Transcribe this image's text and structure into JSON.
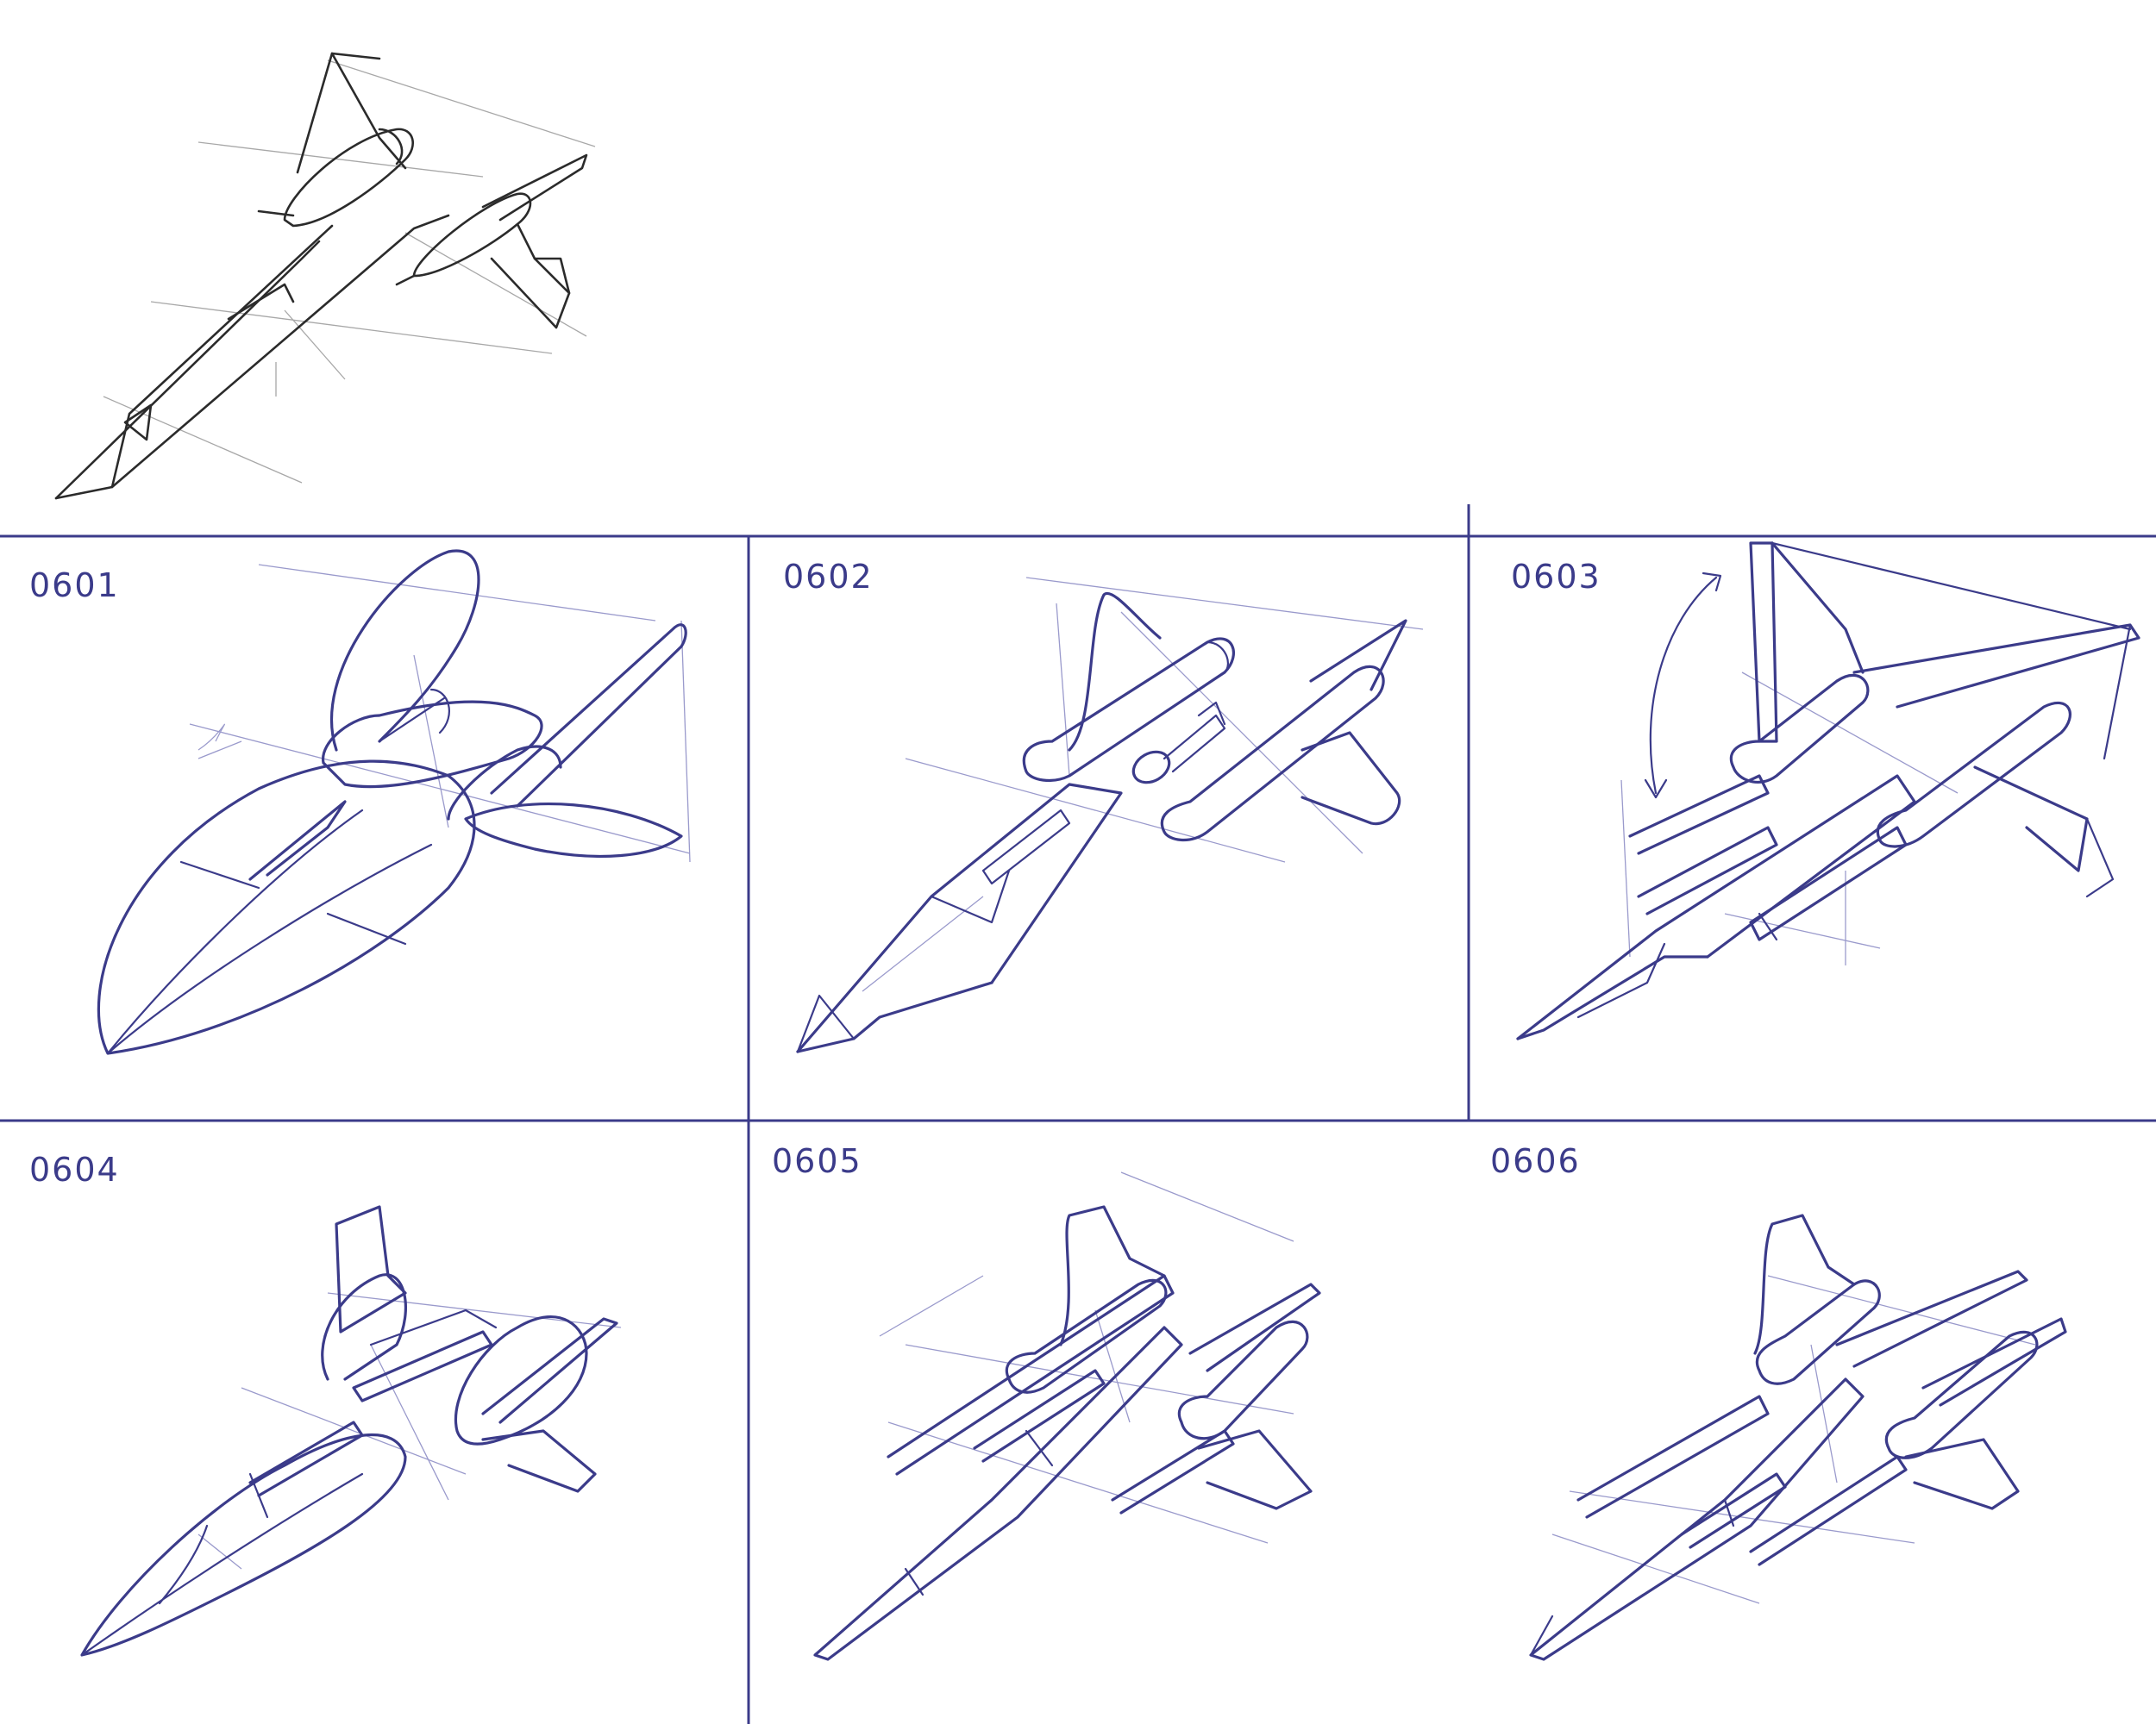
{
  "sheet": {
    "ink_color": "#3b3b8a",
    "pencil_color": "#2b2b2b",
    "background": "#ffffff"
  },
  "panels": [
    {
      "label": "0601"
    },
    {
      "label": "0602"
    },
    {
      "label": "0603"
    },
    {
      "label": "0604"
    },
    {
      "label": "0605"
    },
    {
      "label": "0606"
    }
  ]
}
